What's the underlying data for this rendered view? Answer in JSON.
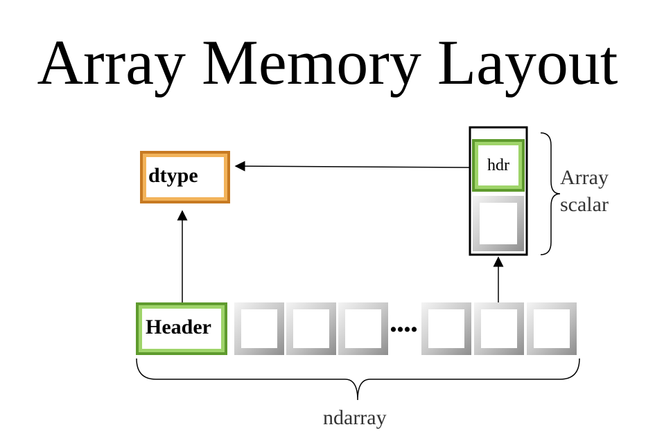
{
  "title": "Array Memory Layout",
  "boxes": {
    "dtype": "dtype",
    "header": "Header",
    "hdr": "hdr"
  },
  "ellipsis": "....",
  "labels": {
    "ndarray": "ndarray",
    "array_scalar_line1": "Array",
    "array_scalar_line2": "scalar"
  },
  "colors": {
    "dtype_border": "#d08a2a",
    "header_border": "#6fae3a",
    "cell_border": "#9a9a9a",
    "cell_fill": "#e6e6e6"
  }
}
